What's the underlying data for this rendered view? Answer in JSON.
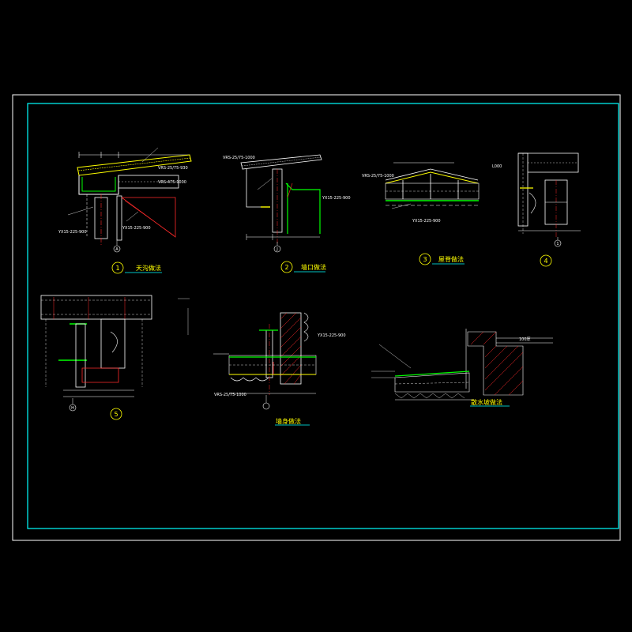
{
  "drawing": {
    "colors": {
      "background": "#000000",
      "outer_frame": "#ffffff",
      "inner_frame": "#00ffff",
      "line_white": "#ffffff",
      "line_red": "#ff2a2a",
      "line_green": "#00ff00",
      "line_yellow": "#ffff00",
      "bubble": "#ffff00",
      "title_underline": "#00ffff"
    },
    "details": [
      {
        "number": "1",
        "title": "天沟做法",
        "axis": "A"
      },
      {
        "number": "2",
        "title": "墙口做法",
        "axis": "J"
      },
      {
        "number": "3",
        "title": "屋脊做法",
        "axis": ""
      },
      {
        "number": "4",
        "title": "",
        "axis": "1"
      },
      {
        "number": "5",
        "title": "",
        "axis": "H"
      },
      {
        "number": "",
        "title": "墙身做法",
        "axis": ""
      },
      {
        "number": "",
        "title": "散水坡做法",
        "axis": ""
      }
    ],
    "notes": {
      "d1_panel": "VRS-25/75-930",
      "d1_under": "VRS-475-1000",
      "d1_wall": "YX15-225-900",
      "d2_panel": "VRS-25/75-1000",
      "d2_side": "YX15-225-900",
      "d3_panel": "VRS-25/75-1000",
      "d3_under": "YX15-225-900",
      "d4_top": "L000",
      "d6_panel": "VRS-25/75-1000",
      "d6_right": "YX15-225-900",
      "d7_right": "100厚"
    }
  }
}
